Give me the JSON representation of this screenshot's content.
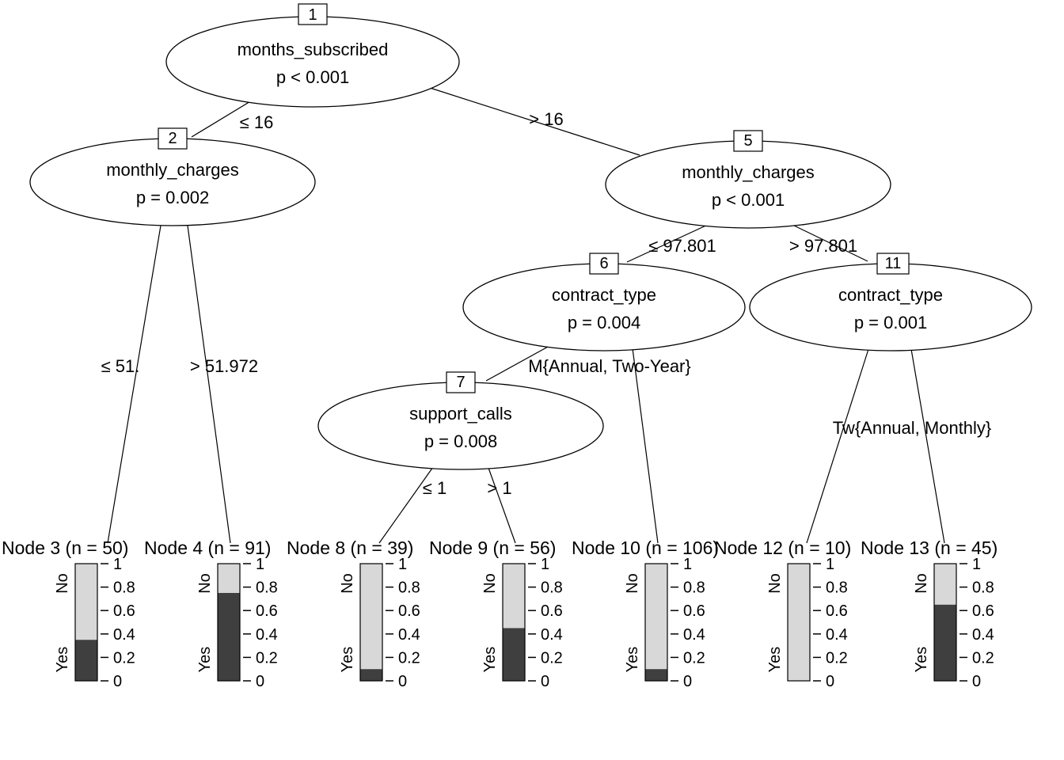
{
  "figure": {
    "background": "#ffffff",
    "text_color": "#000000",
    "bar_fill_no": "#d8d8d8",
    "bar_fill_yes": "#3f3f3f"
  },
  "nodes": {
    "n1": {
      "id": "1",
      "label": "months_subscribed",
      "p": "p < 0.001"
    },
    "n2": {
      "id": "2",
      "label": "monthly_charges",
      "p": "p = 0.002"
    },
    "n5": {
      "id": "5",
      "label": "monthly_charges",
      "p": "p < 0.001"
    },
    "n6": {
      "id": "6",
      "label": "contract_type",
      "p": "p = 0.004"
    },
    "n7": {
      "id": "7",
      "label": "support_calls",
      "p": "p = 0.008"
    },
    "n11": {
      "id": "11",
      "label": "contract_type",
      "p": "p = 0.001"
    }
  },
  "edge_labels": {
    "n1_left": "≤ 16",
    "n1_right": "> 16",
    "n2_left": "≤ 51.",
    "n2_right": "> 51.972",
    "n5_left": "≤ 97.801",
    "n5_right": "> 97.801",
    "n6_combined": "M{Annual, Two-Year}",
    "n7_left": "≤ 1",
    "n7_right": "> 1",
    "n11_combined": "Tw{Annual, Monthly}"
  },
  "terminals": [
    {
      "label": "Node 3 (n = 50)",
      "yes": 0.35
    },
    {
      "label": "Node 4 (n = 91)",
      "yes": 0.75
    },
    {
      "label": "Node 8 (n = 39)",
      "yes": 0.1
    },
    {
      "label": "Node 9 (n = 56)",
      "yes": 0.45
    },
    {
      "label": "Node 10 (n = 106)",
      "yes": 0.1
    },
    {
      "label": "Node 12 (n = 10)",
      "yes": 0.0
    },
    {
      "label": "Node 13 (n = 45)",
      "yes": 0.65
    }
  ],
  "axis": {
    "ticks": [
      "0",
      "0.2",
      "0.4",
      "0.6",
      "0.8",
      "1"
    ],
    "top_label": "No",
    "bottom_label": "Yes"
  },
  "chart_data": {
    "type": "bar",
    "title": "",
    "description": "Conditional inference tree; terminal nodes show stacked bar of class proportions (Yes = dark bottom segment, No = light top segment), y axis 0 to 1",
    "categories": [
      "Node 3",
      "Node 4",
      "Node 8",
      "Node 9",
      "Node 10",
      "Node 12",
      "Node 13"
    ],
    "n": [
      50,
      91,
      39,
      56,
      106,
      10,
      45
    ],
    "series": [
      {
        "name": "Yes",
        "values": [
          0.35,
          0.75,
          0.1,
          0.45,
          0.1,
          0.0,
          0.65
        ]
      },
      {
        "name": "No",
        "values": [
          0.65,
          0.25,
          0.9,
          0.55,
          0.9,
          1.0,
          0.35
        ]
      }
    ],
    "ylim": [
      0,
      1
    ],
    "yticks": [
      0,
      0.2,
      0.4,
      0.6,
      0.8,
      1
    ],
    "grid": false,
    "legend": "none",
    "tree_nodes": [
      {
        "id": 1,
        "variable": "months_subscribed",
        "p_value": "p < 0.001",
        "edges": [
          "≤ 16",
          "> 16"
        ],
        "children": [
          2,
          5
        ]
      },
      {
        "id": 2,
        "variable": "monthly_charges",
        "p_value": "p = 0.002",
        "edges": [
          "≤ 51.",
          "> 51.972"
        ],
        "children": [
          3,
          4
        ]
      },
      {
        "id": 5,
        "variable": "monthly_charges",
        "p_value": "p < 0.001",
        "edges": [
          "≤ 97.801",
          "> 97.801"
        ],
        "children": [
          6,
          11
        ]
      },
      {
        "id": 6,
        "variable": "contract_type",
        "p_value": "p = 0.004",
        "edges": [
          "M",
          "{Annual, Two-Year}"
        ],
        "children": [
          7,
          10
        ]
      },
      {
        "id": 7,
        "variable": "support_calls",
        "p_value": "p = 0.008",
        "edges": [
          "≤ 1",
          "> 1"
        ],
        "children": [
          8,
          9
        ]
      },
      {
        "id": 11,
        "variable": "contract_type",
        "p_value": "p = 0.001",
        "edges": [
          "Tw",
          "{Annual, Monthly}"
        ],
        "children": [
          12,
          13
        ]
      }
    ]
  }
}
